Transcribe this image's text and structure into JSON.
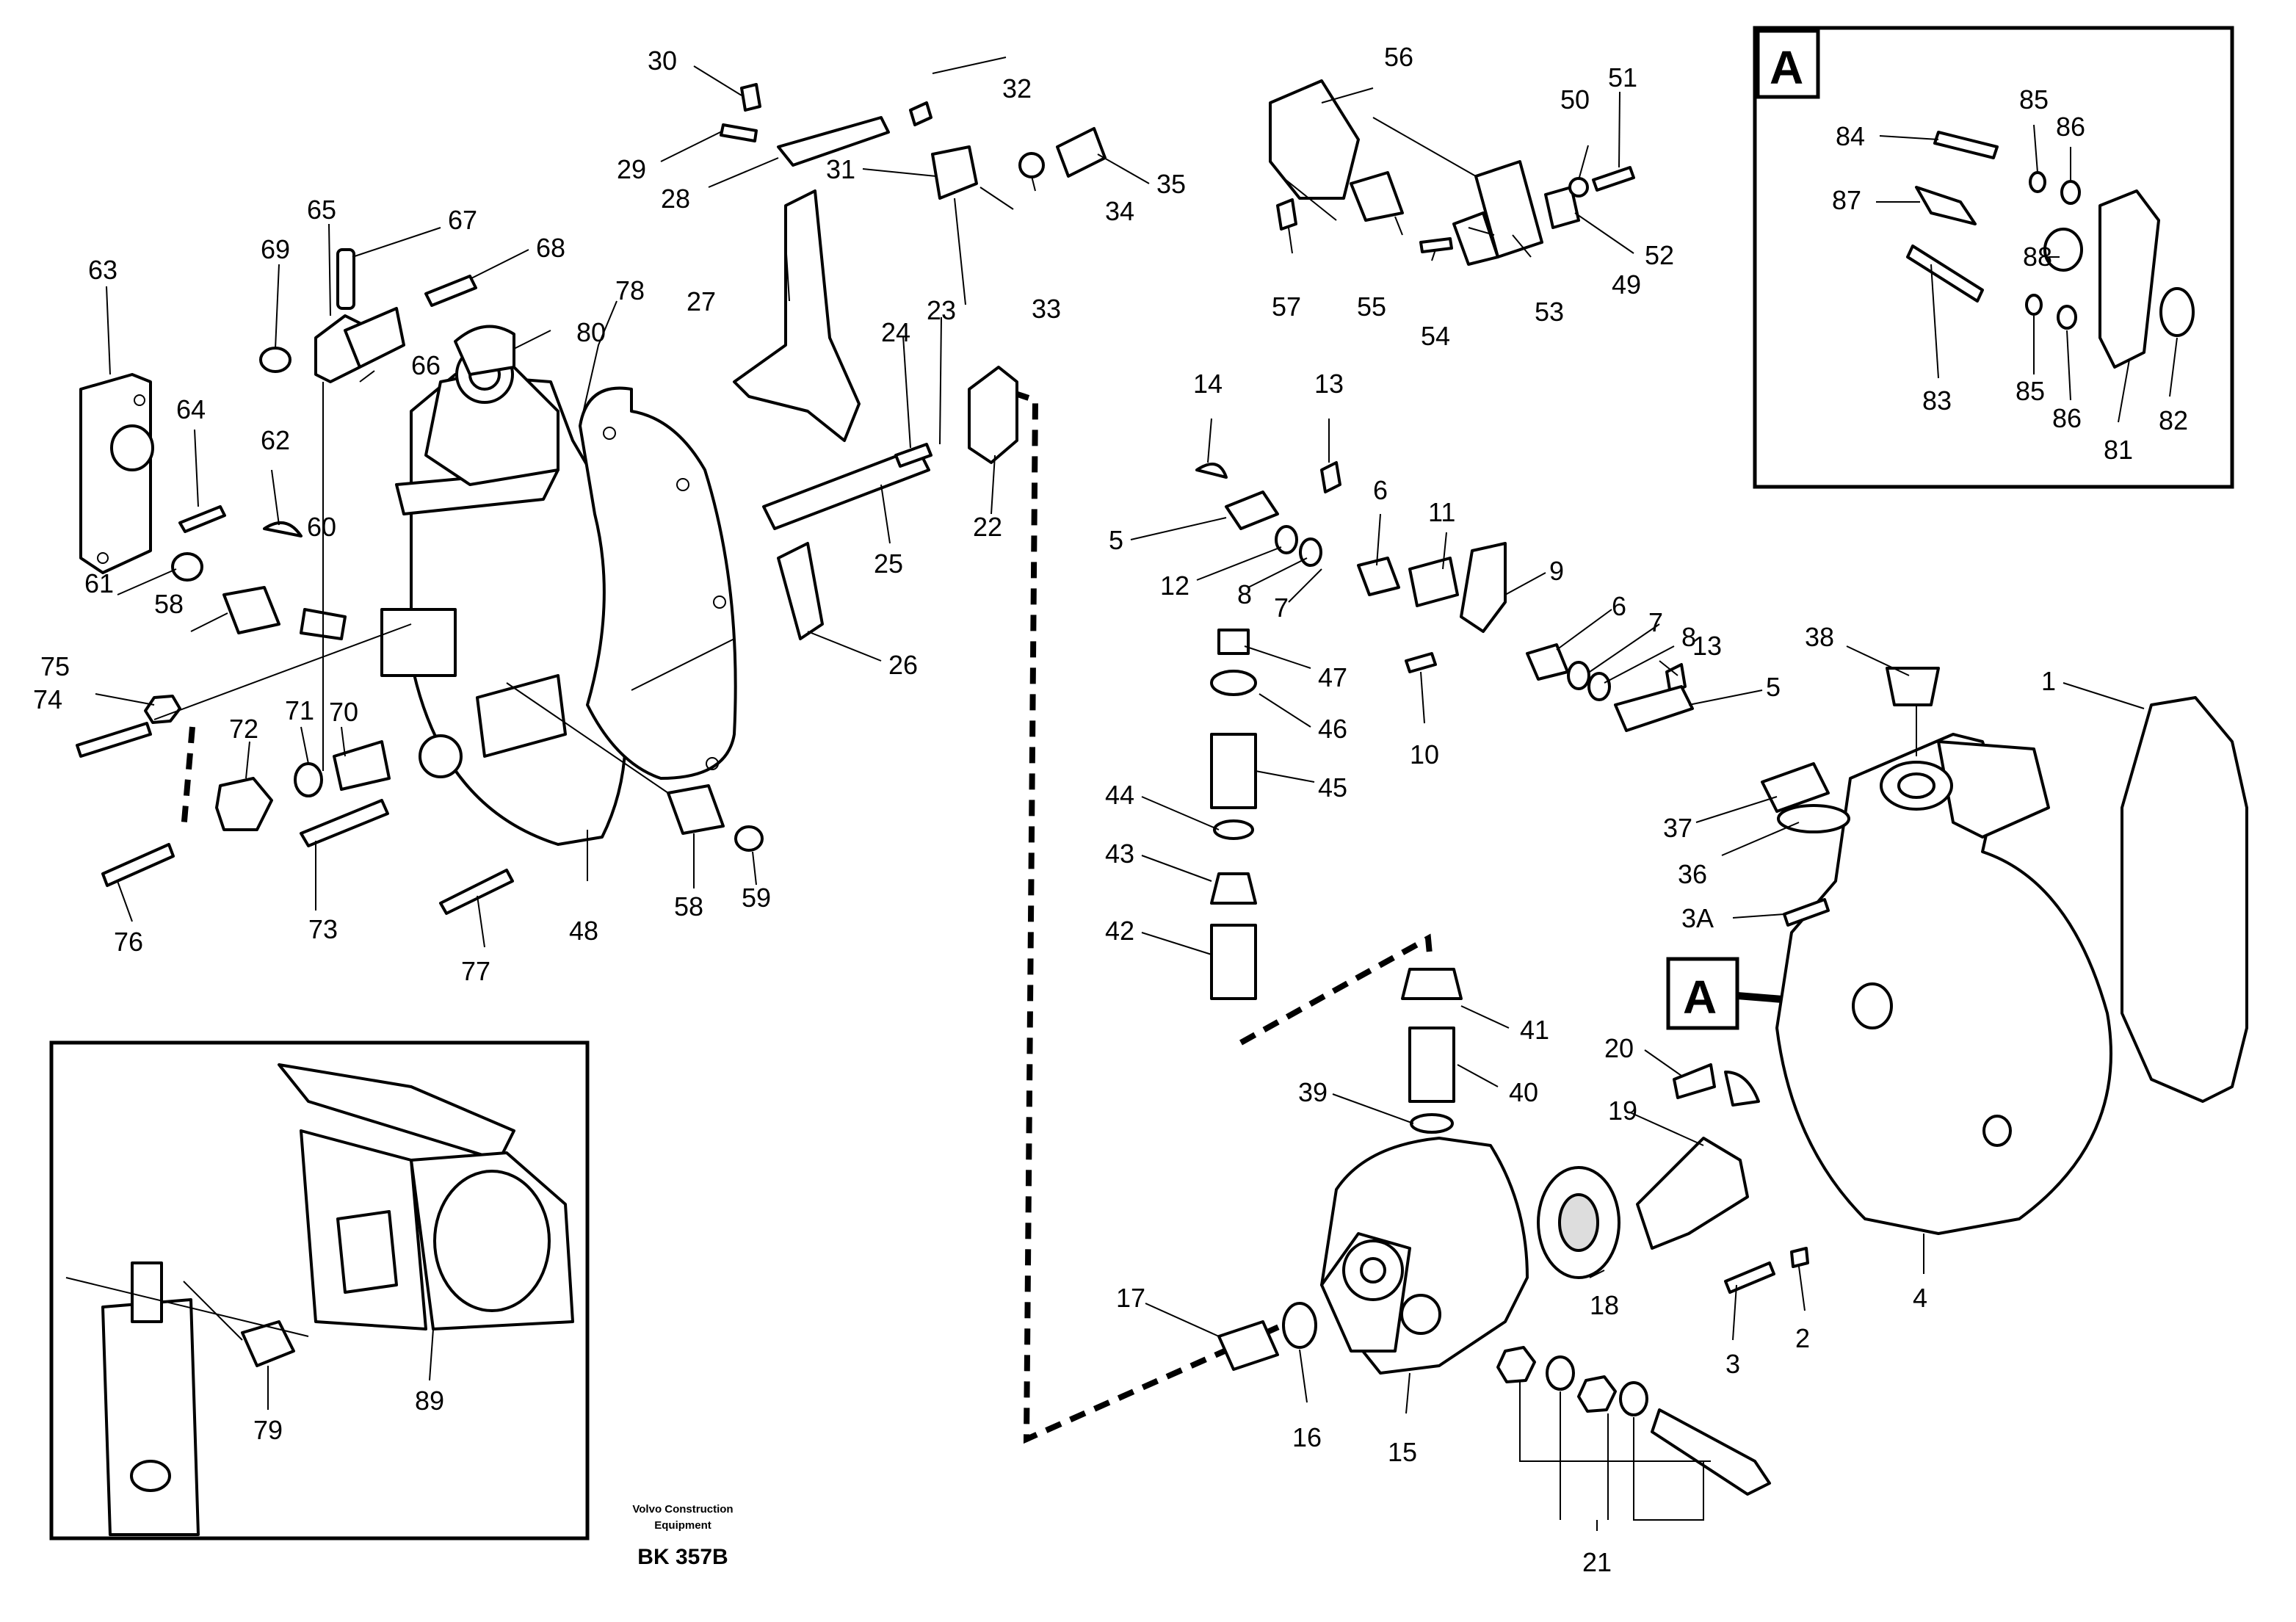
{
  "title_block": {
    "line1": "Volvo Construction",
    "line2": "Equipment",
    "code": "BK 357B"
  },
  "detail_markers": {
    "inset_letter": "A",
    "pointer_letter": "A"
  },
  "callouts": [
    "1",
    "2",
    "3",
    "3A",
    "4",
    "5",
    "5",
    "6",
    "6",
    "7",
    "7",
    "8",
    "8",
    "9",
    "10",
    "11",
    "12",
    "13",
    "13",
    "14",
    "15",
    "16",
    "17",
    "18",
    "19",
    "20",
    "21",
    "22",
    "23",
    "24",
    "25",
    "26",
    "27",
    "28",
    "29",
    "30",
    "31",
    "32",
    "33",
    "34",
    "35",
    "36",
    "37",
    "38",
    "39",
    "40",
    "41",
    "42",
    "43",
    "44",
    "45",
    "46",
    "47",
    "48",
    "49",
    "50",
    "51",
    "52",
    "53",
    "54",
    "55",
    "56",
    "57",
    "58",
    "58",
    "59",
    "60",
    "61",
    "62",
    "63",
    "64",
    "65",
    "66",
    "67",
    "68",
    "69",
    "70",
    "71",
    "72",
    "73",
    "74",
    "75",
    "76",
    "77",
    "78",
    "79",
    "80",
    "81",
    "82",
    "83",
    "84",
    "85",
    "85",
    "86",
    "86",
    "87",
    "88",
    "89"
  ],
  "colors": {
    "ink": "#000000",
    "paper": "#ffffff"
  }
}
